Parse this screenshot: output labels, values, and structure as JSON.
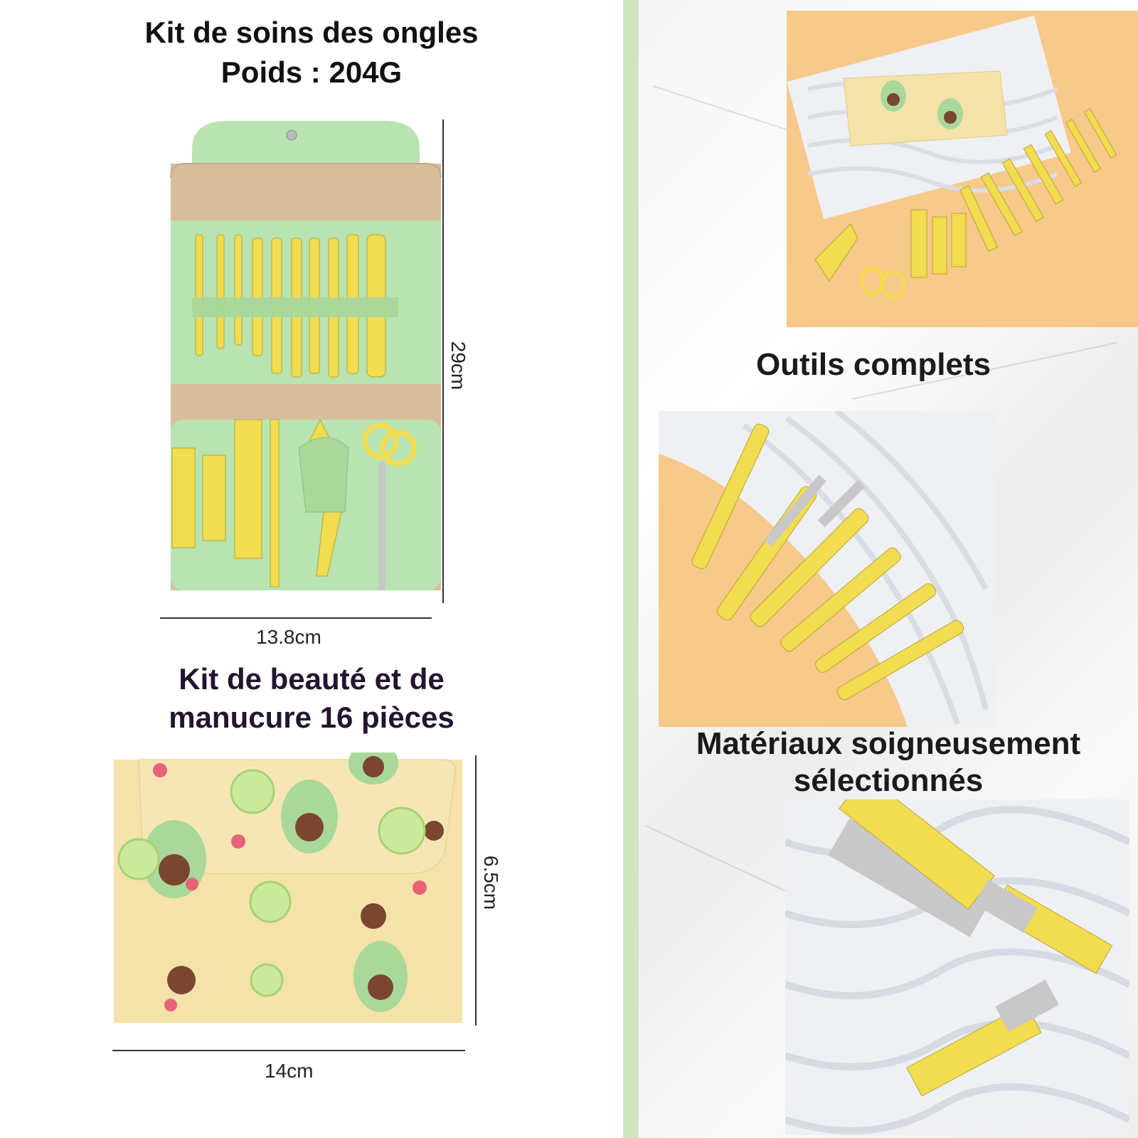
{
  "left": {
    "title_line1": "Kit de soins des ongles",
    "title_line2": "Poids : 204G",
    "case_open": {
      "height_label": "29cm",
      "width_label": "13.8cm"
    },
    "subtitle_line1": "Kit de beauté et de",
    "subtitle_line2": "manucure 16 pièces",
    "case_closed": {
      "height_label": "6.5cm",
      "width_label": "14cm"
    }
  },
  "right": {
    "caption1": "Outils complets",
    "caption2_line1": "Matériaux soigneusement",
    "caption2_line2": "sélectionnés"
  },
  "colors": {
    "accent_green": "#cfe6bd",
    "case_green": "#b9e3b0",
    "case_tan": "#d8bd9d",
    "tool_yellow": "#f2dc4f",
    "pouch_cream": "#f5e2a8",
    "avocado_green": "#a9d89a",
    "pit_brown": "#7a4630",
    "flower_pink": "#e8637a",
    "photo_peach": "#f7c98a"
  }
}
